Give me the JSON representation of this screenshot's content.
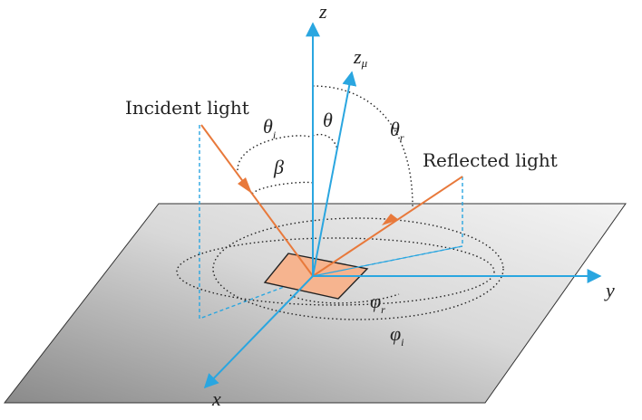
{
  "labels": {
    "incident_light": "Incident light",
    "reflected_light": "Reflected light",
    "axis_x": "x",
    "axis_y": "y",
    "axis_z": "z",
    "axis_z_mu_main": "z",
    "axis_z_mu_sub": "μ",
    "theta_i_main": "θ",
    "theta_i_sub": "i",
    "theta_r_main": "θ",
    "theta_r_sub": "r",
    "theta": "θ",
    "beta": "β",
    "phi_r_main": "φ",
    "phi_r_sub": "r",
    "phi_i_main": "φ",
    "phi_i_sub": "i"
  },
  "colors": {
    "axis": "#2aa6e0",
    "ray": "#e8793b",
    "patch_fill": "#f6b48f",
    "patch_stroke": "#222222",
    "plane_light": "#f0f0f0",
    "plane_dark": "#8c8c8c",
    "dotted": "#222222",
    "text": "#222222"
  }
}
